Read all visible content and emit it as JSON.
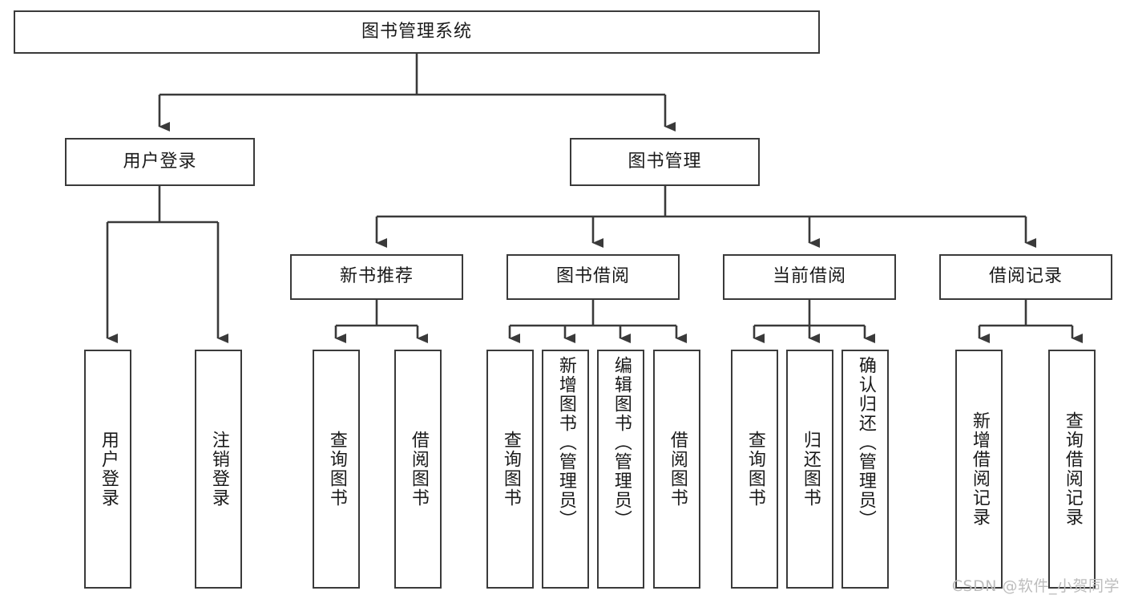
{
  "diagram": {
    "type": "tree-hierarchy-chart",
    "title": "图书管理系统",
    "stroke_color": "#3a3a3a",
    "background_color": "#ffffff",
    "text_color": "#1a1a1a",
    "root": {
      "id": "root",
      "label": "图书管理系统",
      "orientation": "horizontal"
    },
    "level2": [
      {
        "id": "user-login",
        "label": "用户登录",
        "orientation": "horizontal"
      },
      {
        "id": "book-management",
        "label": "图书管理",
        "orientation": "horizontal"
      }
    ],
    "level3": [
      {
        "id": "new-book-recommend",
        "label": "新书推荐",
        "orientation": "horizontal",
        "parent": "book-management"
      },
      {
        "id": "book-borrow",
        "label": "图书借阅",
        "orientation": "horizontal",
        "parent": "book-management"
      },
      {
        "id": "current-borrow",
        "label": "当前借阅",
        "orientation": "horizontal",
        "parent": "book-management"
      },
      {
        "id": "borrow-record",
        "label": "借阅记录",
        "orientation": "horizontal",
        "parent": "book-management"
      }
    ],
    "leaves": {
      "user-login": [
        {
          "id": "leaf-user-login",
          "label": "用户登录"
        },
        {
          "id": "leaf-logout-login",
          "label": "注销登录"
        }
      ],
      "new-book-recommend": [
        {
          "id": "leaf-query-book-1",
          "label": "查询图书"
        },
        {
          "id": "leaf-borrow-book-1",
          "label": "借阅图书"
        }
      ],
      "book-borrow": [
        {
          "id": "leaf-query-book-2",
          "label": "查询图书"
        },
        {
          "id": "leaf-add-book",
          "label": "新增图书（管理员）"
        },
        {
          "id": "leaf-edit-book",
          "label": "编辑图书（管理员）"
        },
        {
          "id": "leaf-borrow-book-2",
          "label": "借阅图书"
        }
      ],
      "current-borrow": [
        {
          "id": "leaf-query-book-3",
          "label": "查询图书"
        },
        {
          "id": "leaf-return-book",
          "label": "归还图书"
        },
        {
          "id": "leaf-confirm-return",
          "label": "确认归还（管理员）"
        }
      ],
      "borrow-record": [
        {
          "id": "leaf-add-record",
          "label": "新增借阅记录"
        },
        {
          "id": "leaf-query-record",
          "label": "查询借阅记录"
        }
      ]
    }
  },
  "watermark": {
    "text": "CSDN @软件_小贺同学"
  }
}
